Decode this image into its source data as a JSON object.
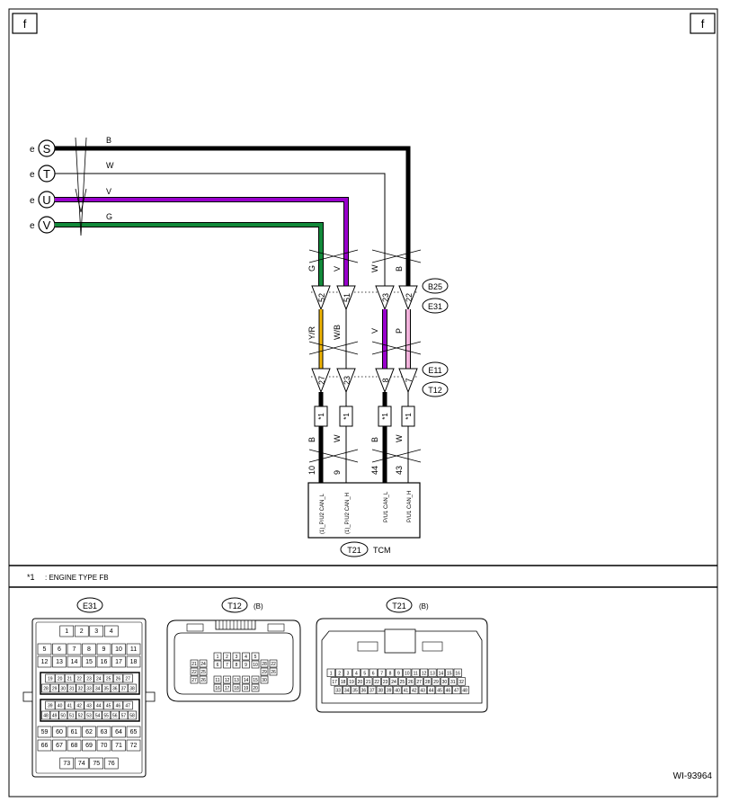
{
  "page_flags": {
    "left": "f",
    "right": "f"
  },
  "colors": {
    "B": "#000000",
    "W": "#ffffff",
    "V": "#9900cc",
    "G": "#128a3a",
    "Y/R": "#f2b600",
    "W/B": "#ffffff",
    "P": "#f2b3dc"
  },
  "inputs": [
    {
      "connector": "e",
      "terminal": "S",
      "wire_color": "B"
    },
    {
      "connector": "e",
      "terminal": "T",
      "wire_color": "W"
    },
    {
      "connector": "e",
      "terminal": "U",
      "wire_color": "V"
    },
    {
      "connector": "e",
      "terminal": "V",
      "wire_color": "G"
    }
  ],
  "connectors_top": [
    "B25",
    "E31"
  ],
  "connectors_mid": [
    "E11",
    "T12"
  ],
  "wires_upper": [
    {
      "color": "G",
      "pin": "52"
    },
    {
      "color": "V",
      "pin": "51"
    },
    {
      "color": "W",
      "pin": "23"
    },
    {
      "color": "B",
      "pin": "22"
    }
  ],
  "wires_middle": [
    {
      "color": "Y/R",
      "pin": "27"
    },
    {
      "color": "W/B",
      "pin": "23"
    },
    {
      "color": "V",
      "pin": "8"
    },
    {
      "color": "P",
      "pin": "7"
    }
  ],
  "wires_lower": [
    {
      "color": "B",
      "pin": "10",
      "signal": "(1)_P/U2 CAN_L"
    },
    {
      "color": "W",
      "pin": "9",
      "signal": "(1)_P/U2 CAN_H"
    },
    {
      "color": "B",
      "pin": "44",
      "signal": "P/U1 CAN_L"
    },
    {
      "color": "W",
      "pin": "43",
      "signal": "P/U1 CAN_H"
    }
  ],
  "note_mark": "*1",
  "tcm": {
    "connector": "T21",
    "label": "TCM"
  },
  "note": {
    "mark": "*1",
    "text": ": ENGINE TYPE FB"
  },
  "connector_views": [
    {
      "id": "E31",
      "rows": [
        [
          "1",
          "2",
          "3",
          "4"
        ],
        [
          "5",
          "6",
          "7",
          "8",
          "9",
          "10",
          "11"
        ],
        [
          "12",
          "13",
          "14",
          "15",
          "16",
          "17",
          "18"
        ],
        [
          "19",
          "20",
          "21",
          "22",
          "23",
          "24",
          "25",
          "26",
          "27"
        ],
        [
          "28",
          "29",
          "30",
          "31",
          "32",
          "33",
          "34",
          "35",
          "36",
          "37",
          "38"
        ],
        [
          "39",
          "40",
          "41",
          "42",
          "43",
          "44",
          "45",
          "46",
          "47"
        ],
        [
          "48",
          "49",
          "50",
          "51",
          "52",
          "53",
          "54",
          "55",
          "56",
          "57",
          "58"
        ],
        [
          "59",
          "60",
          "61",
          "62",
          "63",
          "64",
          "65"
        ],
        [
          "66",
          "67",
          "68",
          "69",
          "70",
          "71",
          "72"
        ],
        [
          "73",
          "74",
          "75",
          "76"
        ]
      ]
    },
    {
      "id": "T12",
      "suffix": "(B)",
      "groups": {
        "center_top": [
          [
            "1",
            "2",
            "3",
            "4",
            "5"
          ],
          [
            "6",
            "7",
            "8",
            "9",
            "10"
          ]
        ],
        "center_bottom": [
          [
            "11",
            "12",
            "13",
            "14",
            "15"
          ],
          [
            "16",
            "17",
            "18",
            "19",
            "20"
          ]
        ],
        "left": [
          [
            "21",
            "24"
          ],
          [
            "22",
            "25"
          ],
          [
            "27",
            "26"
          ]
        ],
        "right": [
          [
            "28",
            "22"
          ],
          [
            "29",
            "26"
          ],
          [
            "30"
          ]
        ]
      }
    },
    {
      "id": "T21",
      "suffix": "(B)",
      "rows": [
        [
          "1",
          "2",
          "3",
          "4",
          "5",
          "6",
          "7",
          "8",
          "9",
          "10",
          "11",
          "12",
          "13",
          "14",
          "15",
          "16"
        ],
        [
          "17",
          "18",
          "19",
          "20",
          "21",
          "22",
          "23",
          "24",
          "25",
          "26",
          "27",
          "28",
          "29",
          "30",
          "31",
          "32"
        ],
        [
          "33",
          "34",
          "35",
          "36",
          "37",
          "38",
          "39",
          "40",
          "41",
          "42",
          "43",
          "44",
          "45",
          "46",
          "47",
          "48"
        ]
      ]
    }
  ],
  "figure_code": "WI-93964"
}
